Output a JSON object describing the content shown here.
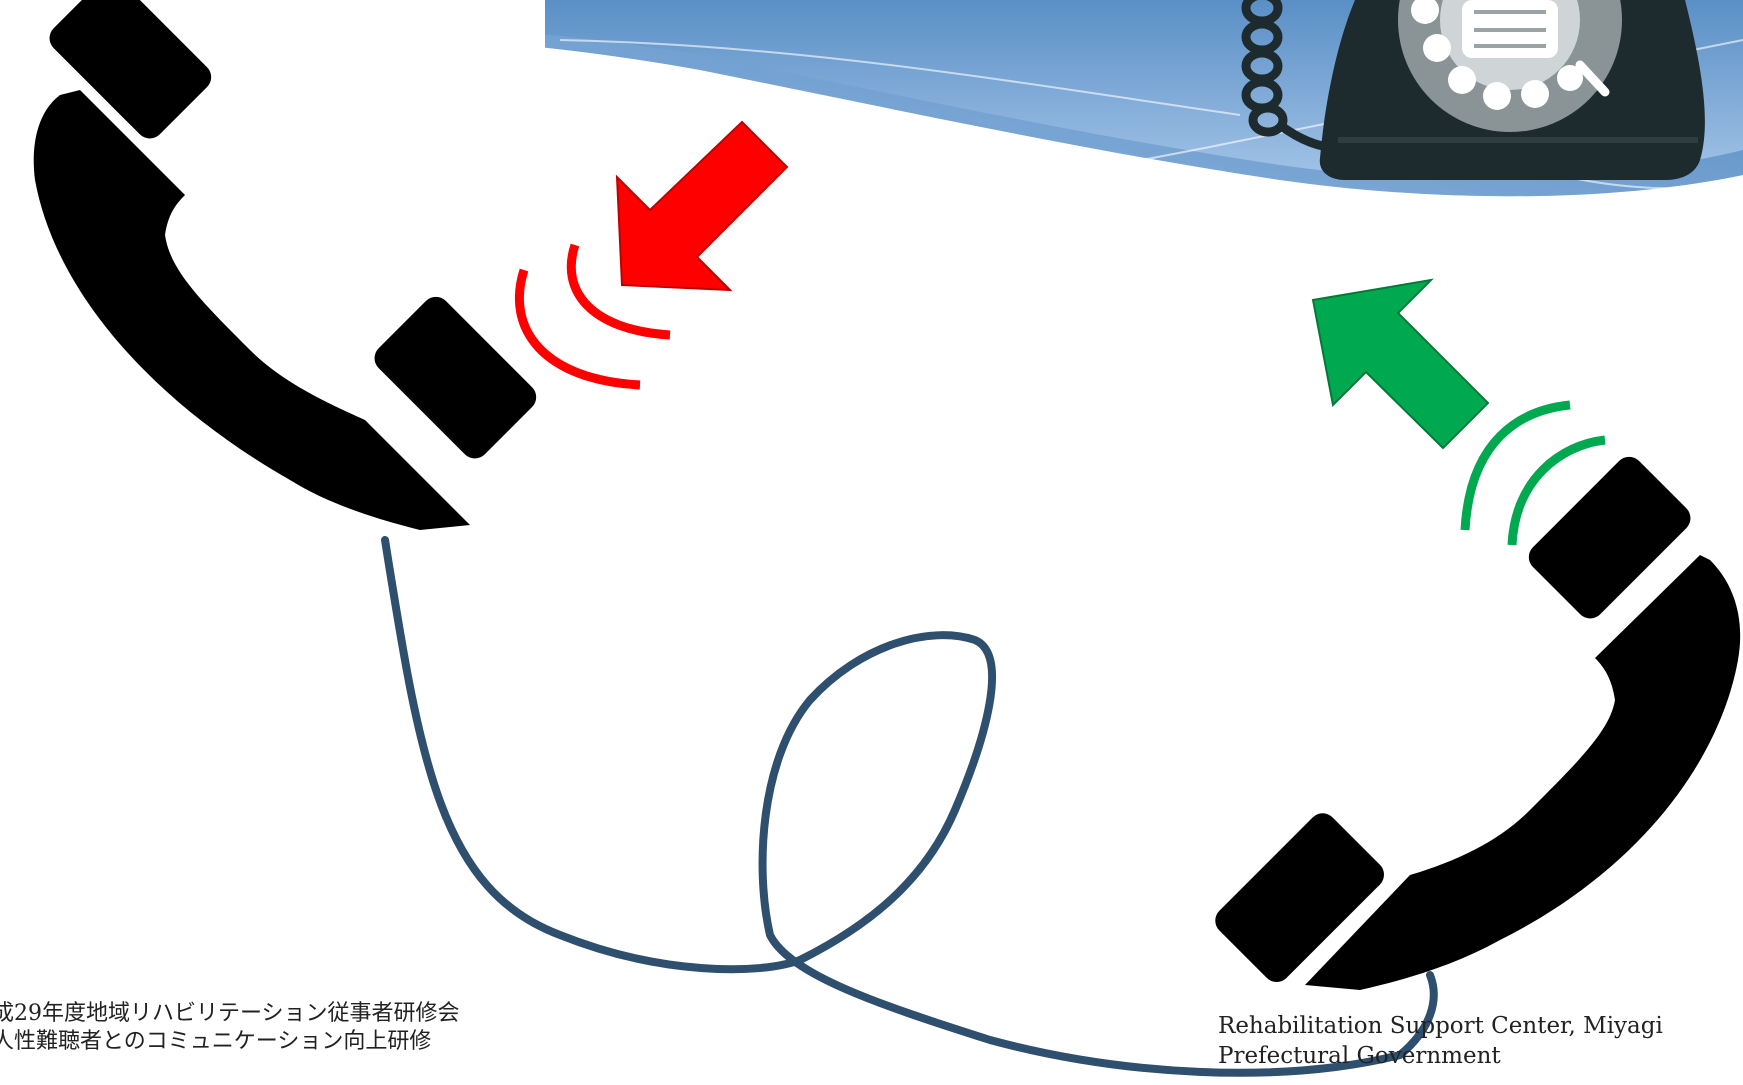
{
  "footer": {
    "event_line": "成29年度地域リハビリテーション従事者研修会",
    "course_line": "人性難聴者とのコミュニケーション向上研修",
    "org_line1": "Rehabilitation Support Center, Miyagi",
    "org_line2": "Prefectural Government"
  },
  "colors": {
    "banner_top": "#5b92c8",
    "banner_bottom": "#a7c6e8",
    "handset": "#000000",
    "cord": "#2e4f6e",
    "incoming_arrow": "#ff0000",
    "incoming_waves": "#ff0000",
    "outgoing_arrow": "#00a94f",
    "outgoing_waves": "#00a94f",
    "rotary_phone_body": "#1e2b2e"
  },
  "icons": [
    "handset-left-icon",
    "handset-right-icon",
    "rotary-phone-icon",
    "red-arrow-icon",
    "green-arrow-icon",
    "sound-waves-icon"
  ]
}
